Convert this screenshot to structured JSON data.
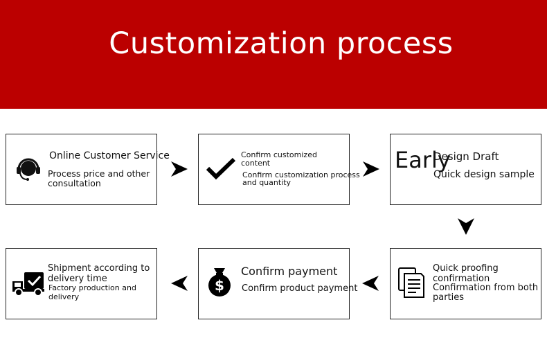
{
  "header": {
    "title": "Customization process"
  },
  "steps": {
    "s1": {
      "title": "Online Customer Service",
      "desc_l1": "Process price and other",
      "desc_l2": "consultation"
    },
    "s2": {
      "title_l1": "Confirm customized",
      "title_l2": "content",
      "desc_l1": "Confirm customization process",
      "desc_l2": "and quantity"
    },
    "s3": {
      "early": "Early",
      "title": "Design Draft",
      "desc": "Quick design sample"
    },
    "s4": {
      "title_l1": "Quick proofing",
      "title_l2": "confirmation",
      "desc_l1": "Confirmation from both",
      "desc_l2": "parties"
    },
    "s5": {
      "title": "Confirm payment",
      "desc": "Confirm product payment"
    },
    "s6": {
      "title_l1": "Shipment according to",
      "title_l2": "delivery time",
      "desc_l1": "Factory production and",
      "desc_l2": "delivery"
    }
  },
  "icons": {
    "s1": "headset-icon",
    "s2": "checkmark-icon",
    "s4": "documents-icon",
    "s5": "money-bag-icon",
    "s6": "delivery-truck-icon"
  },
  "colors": {
    "banner": "#bb0000",
    "banner_text": "#ffffff"
  }
}
